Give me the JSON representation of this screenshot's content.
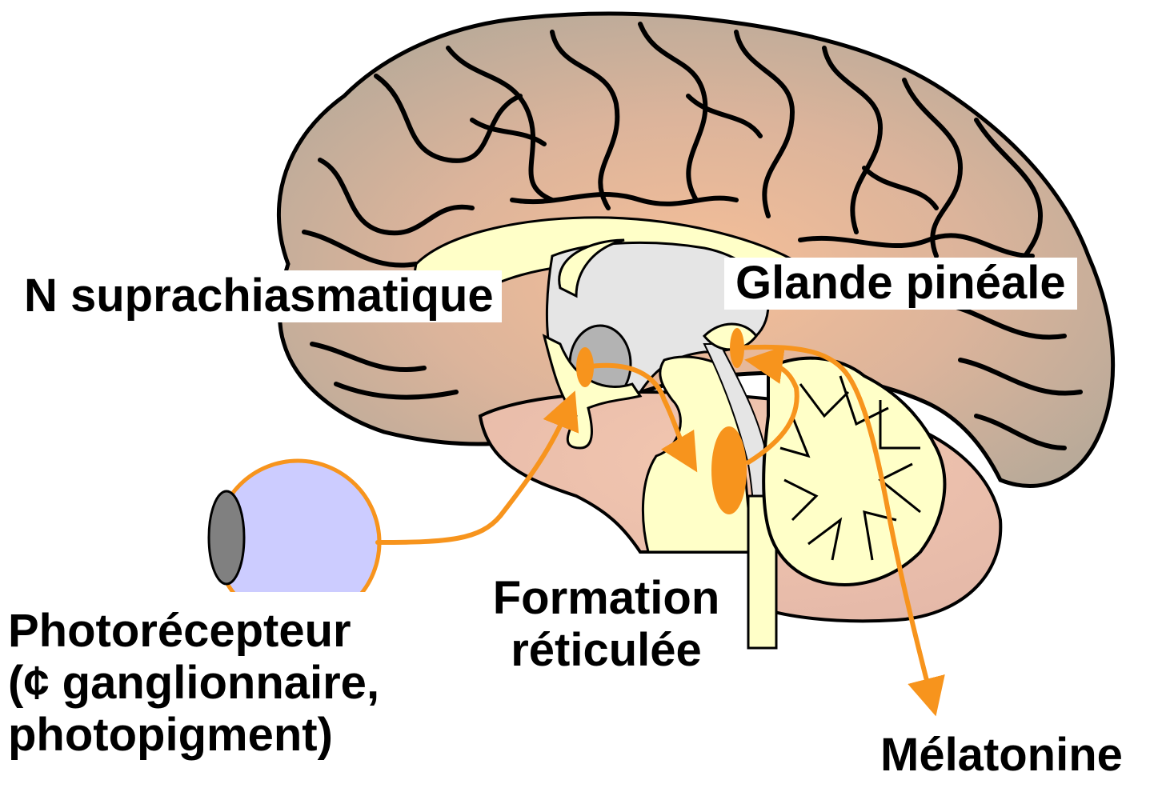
{
  "labels": {
    "scn": "N suprachiasmatique",
    "pineal": "Glande pinéale",
    "reticular_line1": "Formation",
    "reticular_line2": "réticulée",
    "photo_line1": "Photorécepteur",
    "photo_line2": "(¢ ganglionnaire,",
    "photo_line3": "photopigment)",
    "melatonin": "Mélatonine"
  },
  "colors": {
    "pathway": "#f7941d",
    "nucleus": "#f7941d",
    "eyeball": "#ccccff",
    "eye_pupil": "#808080",
    "cortex": "#c8ad96",
    "cortex_center": "#f5bd95",
    "sulcus": "#000000",
    "corpus_callosum": "#ffffc8",
    "ventricle": "#e5e5e5",
    "thalamus": "#b3b3b3",
    "brainstem": "#ffffc8",
    "cerebellum_shadow": "#e8b9a6"
  }
}
